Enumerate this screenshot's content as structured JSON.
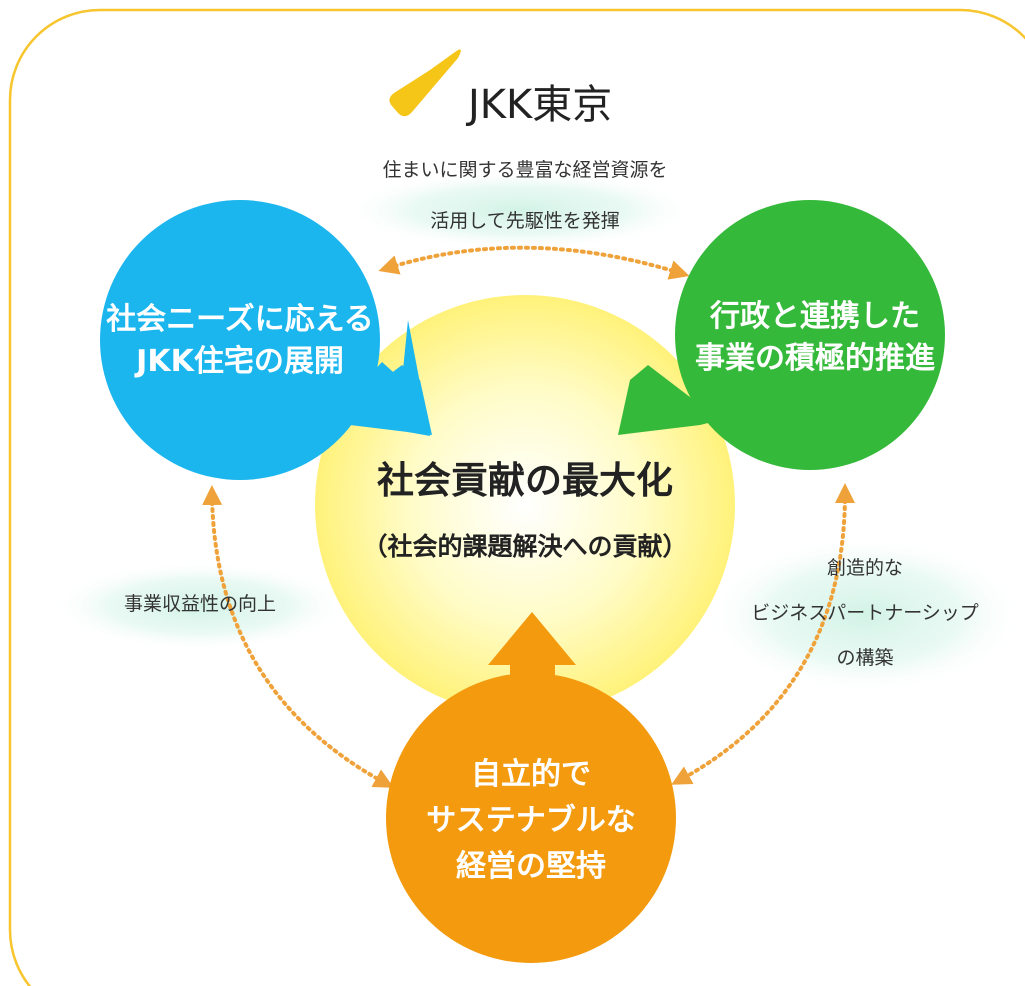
{
  "logo": {
    "text": "JKK東京"
  },
  "top_label": {
    "line1": "住まいに関する豊富な経営資源を",
    "line2": "活用して先駆性を発揮"
  },
  "left_label": {
    "text": "事業収益性の向上"
  },
  "right_label": {
    "line1": "創造的な",
    "line2": "ビジネスパートナーシップ",
    "line3": "の構築"
  },
  "center": {
    "title": "社会貢献の最大化",
    "subtitle": "（社会的課題解決への貢献）"
  },
  "blue_circle": {
    "line1": "社会ニーズに応える",
    "line2": "JKK住宅の展開"
  },
  "green_circle": {
    "line1": "行政と連携した",
    "line2": "事業の積極的推進"
  },
  "orange_circle": {
    "line1": "自立的で",
    "line2": "サステナブルな",
    "line3": "経営の堅持"
  },
  "colors": {
    "frame": "#f7c52d",
    "logo_mark": "#f5c518",
    "blue": "#1cb6ef",
    "green": "#35b93a",
    "orange": "#f39a0f",
    "center_glow": "#fff79a",
    "dots": "#f0a23a",
    "label_glow": "#d9f4ec"
  }
}
